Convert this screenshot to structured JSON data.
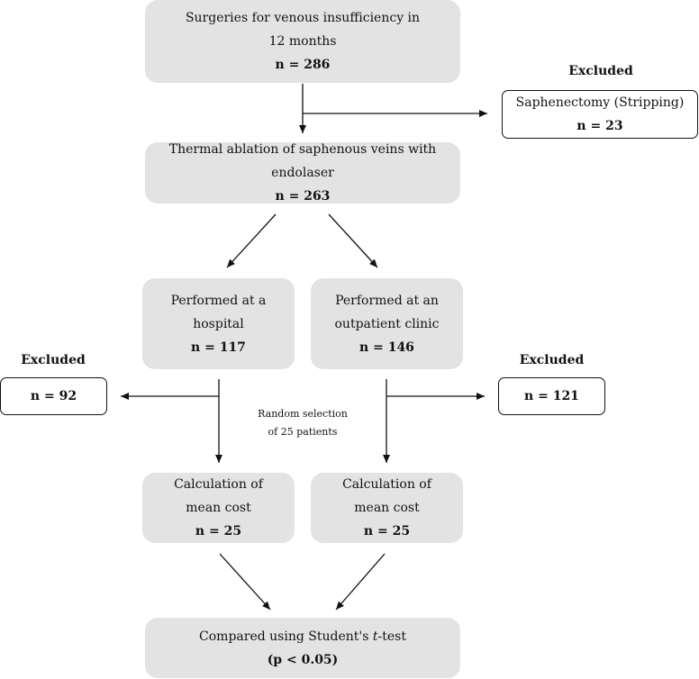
{
  "boxes": {
    "surgeries": {
      "line1": "Surgeries for venous insufficiency in",
      "line2": "12 months",
      "count": "n = 286"
    },
    "stripping": {
      "title": "Saphenectomy (Stripping)",
      "count": "n = 23"
    },
    "ablation": {
      "title": "Thermal ablation of saphenous veins with endolaser",
      "count": "n = 263"
    },
    "hospital": {
      "line1": "Performed at a",
      "line2": "hospital",
      "count": "n = 117"
    },
    "outpatient": {
      "line1": "Performed at an",
      "line2": "outpatient clinic",
      "count": "n = 146"
    },
    "excluded_left": {
      "count": "n = 92"
    },
    "excluded_right": {
      "count": "n = 121"
    },
    "cost_left": {
      "line1": "Calculation of",
      "line2": "mean cost",
      "count": "n = 25"
    },
    "cost_right": {
      "line1": "Calculation of",
      "line2": "mean cost",
      "count": "n = 25"
    },
    "compared": {
      "text_before": "Compared using Student's ",
      "text_italic": "t",
      "text_after": "-test",
      "pvalue": "(p < 0.05)"
    }
  },
  "labels": {
    "excluded_top": "Excluded",
    "excluded_left": "Excluded",
    "excluded_right": "Excluded",
    "random_line1": "Random selection",
    "random_line2": "of 25 patients"
  }
}
